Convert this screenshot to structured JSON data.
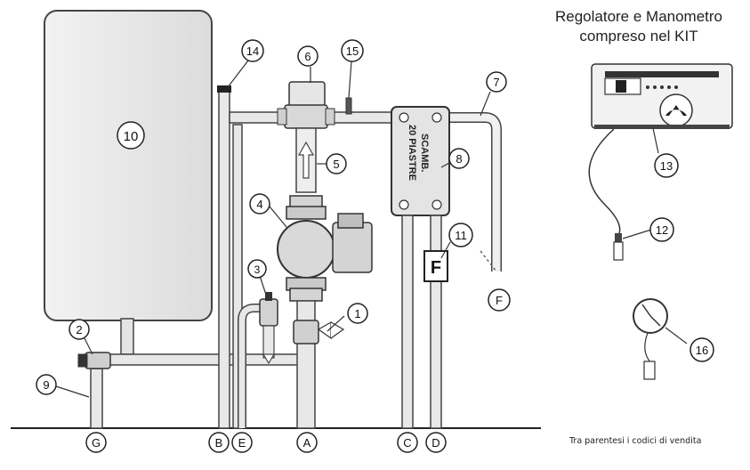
{
  "kit_title_line1": "Regolatore e Manometro",
  "kit_title_line2": "compreso nel KIT",
  "footnote": "Tra parentesi i codici di vendita",
  "exchanger_label_line1": "SCAMB.",
  "exchanger_label_line2": "20 PIASTRE",
  "flow_meter_letter": "F",
  "callouts": {
    "n1": "1",
    "n2": "2",
    "n3": "3",
    "n4": "4",
    "n5": "5",
    "n6": "6",
    "n7": "7",
    "n8": "8",
    "n9": "9",
    "n10": "10",
    "n11": "11",
    "n12": "12",
    "n13": "13",
    "n14": "14",
    "n15": "15",
    "n16": "16"
  },
  "connections": {
    "A": "A",
    "B": "B",
    "C": "C",
    "D": "D",
    "E": "E",
    "F": "F",
    "G": "G"
  }
}
